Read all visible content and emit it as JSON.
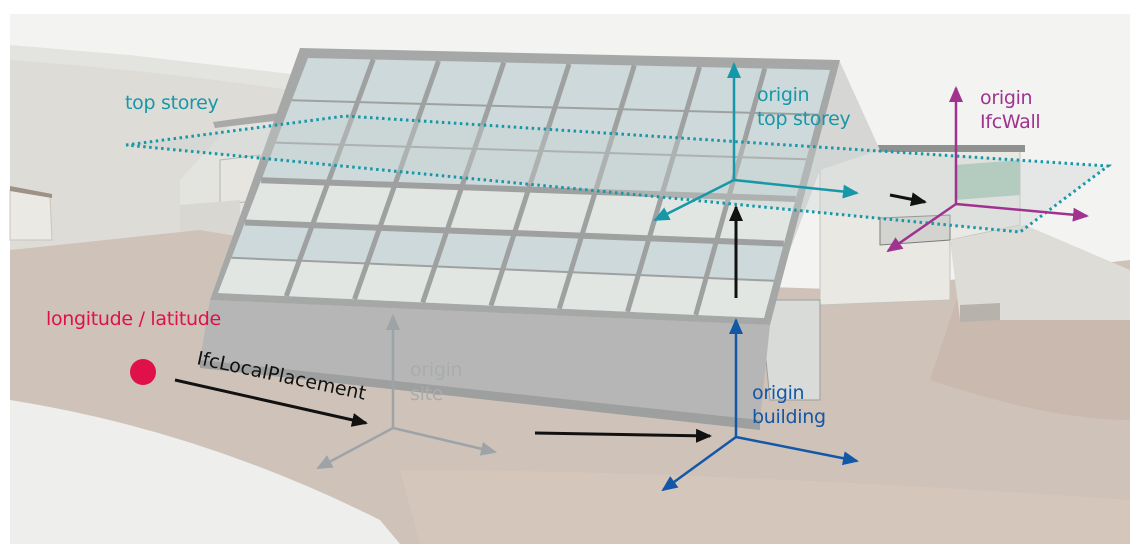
{
  "diagram": {
    "title": "IFC placement hierarchy",
    "colors": {
      "top_storey": "#1798a8",
      "ifcwall": "#a0338f",
      "geo": "#e0104a",
      "site": "#9ea3a7",
      "building": "#1357a6",
      "placement_arrow": "#111111"
    },
    "labels": {
      "top_storey_plane": "top storey",
      "origin_top_storey": [
        "origin",
        "top storey"
      ],
      "origin_ifcwall": [
        "origin",
        "IfcWall"
      ],
      "longitude_latitude": "longitude / latitude",
      "ifclocalplacement": "IfcLocalPlacement",
      "origin_site": [
        "origin",
        "site"
      ],
      "origin_building": [
        "origin",
        "building"
      ]
    },
    "icons": {
      "geo_point": "filled-circle",
      "axes": "3d-axis-triad"
    }
  }
}
